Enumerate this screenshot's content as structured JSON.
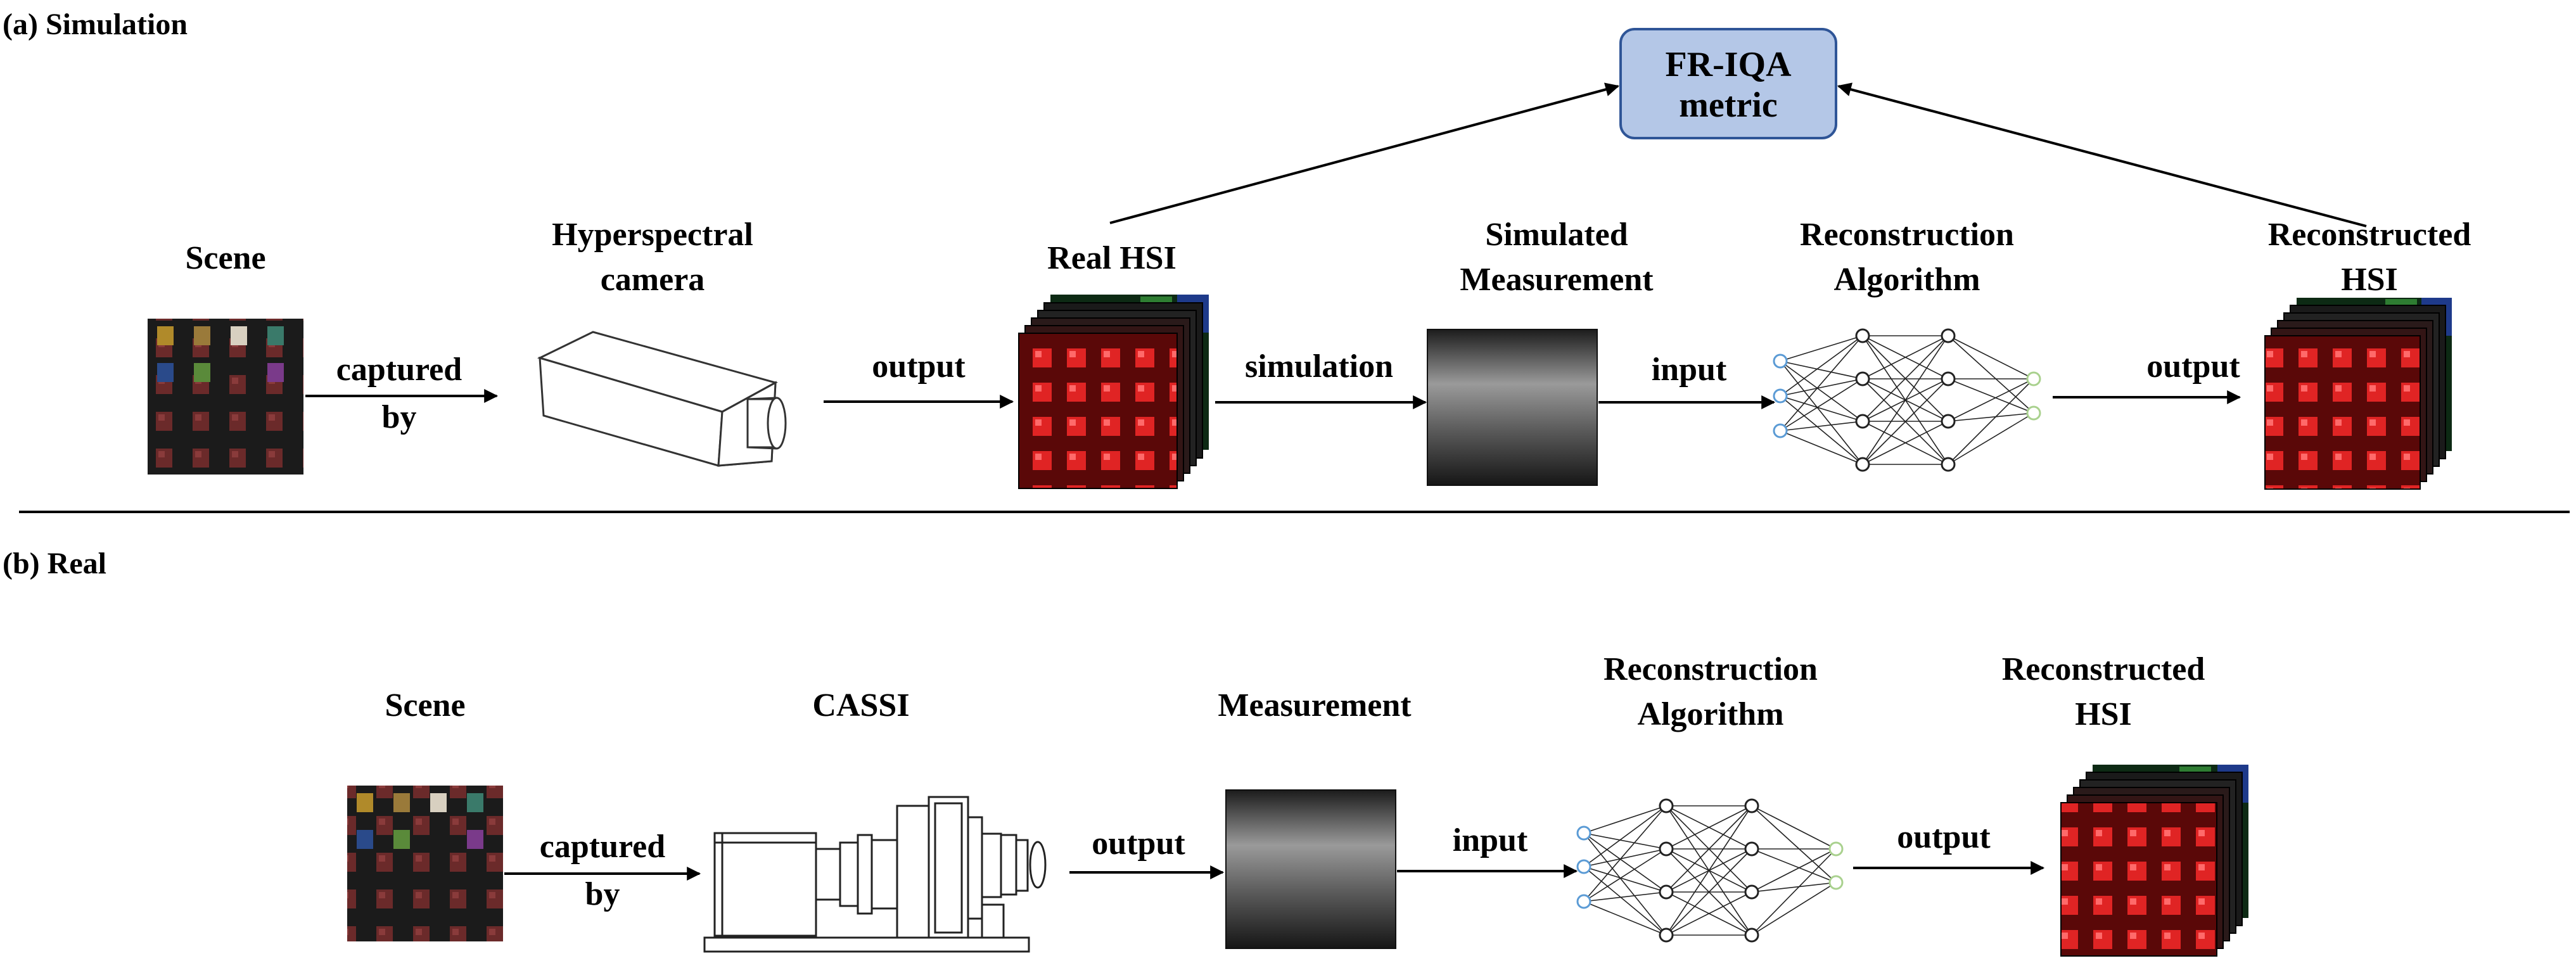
{
  "sections": {
    "a": {
      "title": "(a) Simulation",
      "scene_label": [
        "Scene"
      ],
      "camera_label": [
        "Hyperspectral",
        "camera"
      ],
      "real_hsi_label": [
        "Real HSI"
      ],
      "sim_measurement_label": [
        "Simulated",
        "Measurement"
      ],
      "algorithm_label": [
        "Reconstruction",
        "Algorithm"
      ],
      "recon_hsi_label": [
        "Reconstructed",
        "HSI"
      ],
      "edge_captured": [
        "captured",
        "by"
      ],
      "edge_output_1": "output",
      "edge_simulation": "simulation",
      "edge_input": "input",
      "edge_output_2": "output",
      "metric_box": [
        "FR-IQA",
        "metric"
      ]
    },
    "b": {
      "title": "(b) Real",
      "scene_label": [
        "Scene"
      ],
      "cassi_label": [
        "CASSI"
      ],
      "measurement_label": [
        "Measurement"
      ],
      "algorithm_label": [
        "Reconstruction",
        "Algorithm"
      ],
      "recon_hsi_label": [
        "Reconstructed",
        "HSI"
      ],
      "edge_captured": [
        "captured",
        "by"
      ],
      "edge_output_1": "output",
      "edge_input": "input",
      "edge_output_2": "output"
    }
  },
  "colors": {
    "metric_fill": "#b4c7e7",
    "metric_stroke": "#2f5597",
    "nn_input_node": "#5b9bd5",
    "nn_output_node": "#a9d18e",
    "hsi_red": "#d21f1f",
    "hsi_green": "#2e7d32",
    "hsi_blue": "#1e3a8a"
  }
}
